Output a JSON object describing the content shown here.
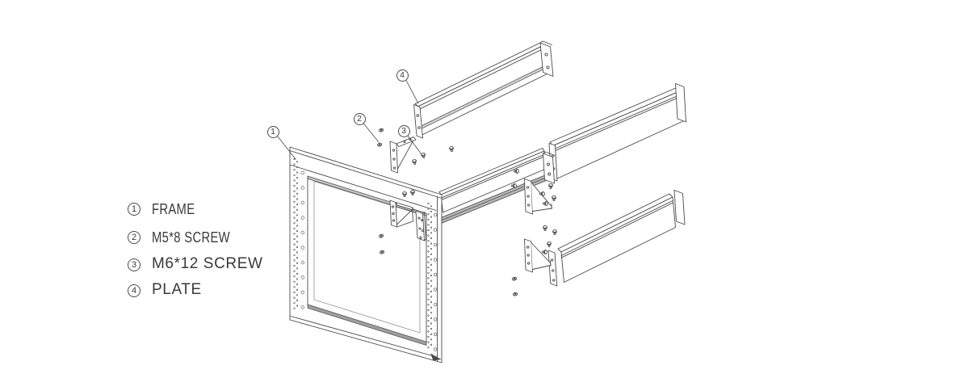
{
  "diagram": {
    "kind": "exploded-assembly-drawing",
    "background": "#ffffff",
    "line_color": "#4a4a4a",
    "shade_color": "#9e9e9e"
  },
  "legend": {
    "items": [
      {
        "number": "1",
        "label": "FRAME"
      },
      {
        "number": "2",
        "label": "M5*8 SCREW"
      },
      {
        "number": "3",
        "label": "M6*12 SCREW"
      },
      {
        "number": "4",
        "label": "PLATE"
      }
    ]
  },
  "callouts": [
    {
      "number": "1",
      "target": "frame"
    },
    {
      "number": "2",
      "target": "m5x8-screw"
    },
    {
      "number": "3",
      "target": "m6x12-screw"
    },
    {
      "number": "4",
      "target": "plate"
    }
  ]
}
